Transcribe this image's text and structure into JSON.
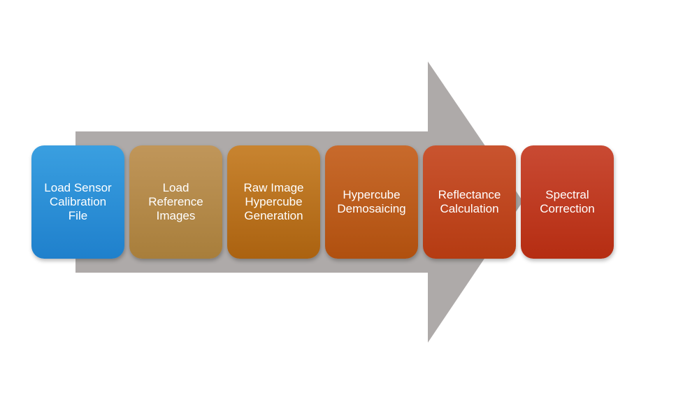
{
  "colors": {
    "arrow": "#aeaaa9",
    "step_1": "#2b8ed8",
    "step_2": "#b48a4a",
    "step_3": "#b96f1e",
    "step_4": "#bb5d1d",
    "step_5": "#bf4720",
    "step_6": "#bd3a20",
    "text": "#ffffff"
  },
  "steps": [
    {
      "label": "Load Sensor\nCalibration\nFile"
    },
    {
      "label": "Load\nReference\nImages"
    },
    {
      "label": "Raw Image\nHypercube\nGeneration"
    },
    {
      "label": "Hypercube\nDemosaicing"
    },
    {
      "label": "Reflectance\nCalculation"
    },
    {
      "label": "Spectral\nCorrection"
    }
  ]
}
